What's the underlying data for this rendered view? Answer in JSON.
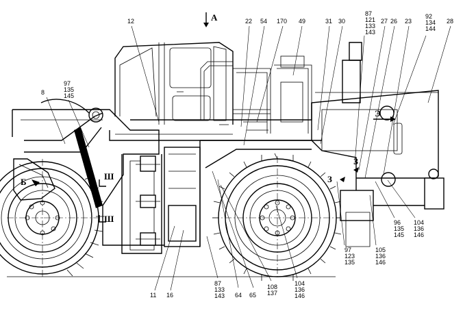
{
  "view_letter": "А",
  "section_letters": {
    "b": "Б",
    "e": "Э",
    "z1": "З",
    "z2": "З",
    "sh1": "Ш",
    "sh2": "Ш"
  },
  "callouts": {
    "c12": "12",
    "c22": "22",
    "c54": "54",
    "c170": "170",
    "c49": "49",
    "c31": "31",
    "c30": "30",
    "c87_top": [
      "87",
      "121",
      "133",
      "143"
    ],
    "c27": "27",
    "c26": "26",
    "c23": "23",
    "c92": [
      "92",
      "134",
      "144"
    ],
    "c28": "28",
    "c8": "8",
    "c97_left": [
      "97",
      "135",
      "145"
    ],
    "c11": "11",
    "c16": "16",
    "c87_bottom": [
      "87",
      "133",
      "143"
    ],
    "c64": "64",
    "c65": "65",
    "c108": [
      "108",
      "137"
    ],
    "c104_bottom": [
      "104",
      "136",
      "146"
    ],
    "c97_bottom": [
      "97",
      "123",
      "135"
    ],
    "c105": [
      "105",
      "136",
      "146"
    ],
    "c96": [
      "96",
      "135",
      "145"
    ],
    "c104_right": [
      "104",
      "136",
      "146"
    ]
  }
}
